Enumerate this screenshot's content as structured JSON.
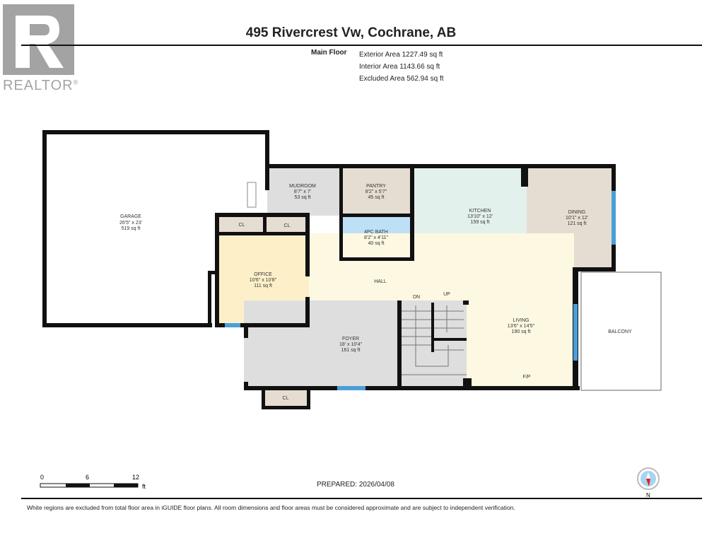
{
  "logo": {
    "text": "REALTOR",
    "mark": "®",
    "color": "#a3a3a3"
  },
  "header": {
    "title": "495 Rivercrest Vw, Cochrane, AB",
    "floor_name": "Main Floor",
    "areas": [
      "Exterior Area 1227.49 sq ft",
      "Interior Area 1143.66 sq ft",
      "Excluded Area 562.94 sq ft"
    ]
  },
  "rooms": {
    "garage": {
      "name": "GARAGE",
      "dims": "26'5\" x 23'",
      "area": "519 sq ft"
    },
    "mudroom": {
      "name": "MUDROOM",
      "dims": "8'7\" x 7'",
      "area": "53 sq ft"
    },
    "pantry": {
      "name": "PANTRY",
      "dims": "8'2\" x 5'7\"",
      "area": "45 sq ft"
    },
    "bath": {
      "name": "4PC BATH",
      "dims": "8'2\" x 4'11\"",
      "area": "40 sq ft"
    },
    "kitchen": {
      "name": "KITCHEN",
      "dims": "13'10\" x 12'",
      "area": "159 sq ft"
    },
    "dining": {
      "name": "DINING",
      "dims": "10'1\" x 12'",
      "area": "121 sq ft"
    },
    "office": {
      "name": "OFFICE",
      "dims": "10'6\" x 10'8\"",
      "area": "111 sq ft"
    },
    "hall": {
      "name": "HALL"
    },
    "living": {
      "name": "LIVING",
      "dims": "13'6\" x 14'5\"",
      "area": "190 sq ft",
      "note": "F/P"
    },
    "foyer": {
      "name": "FOYER",
      "dims": "18' x 10'4\"",
      "area": "161 sq ft"
    },
    "balcony": {
      "name": "BALCONY"
    },
    "closet": "CL",
    "stairs_down": "DN",
    "stairs_up": "UP"
  },
  "colors": {
    "wall": "#111111",
    "window": "#4a9fd8",
    "mudroom": "#dedede",
    "pantry": "#e6ddd2",
    "bath": "#bde0f6",
    "kitchen": "#e3f1ec",
    "dining": "#e6ddd2",
    "office": "#fdf0c8",
    "hall": "#fdf8e1",
    "foyer": "#dedede"
  },
  "scale": {
    "ticks": [
      "0",
      "6",
      "12"
    ],
    "unit": "ft"
  },
  "prepared": "PREPARED: 2026/04/08",
  "compass": {
    "label": "N",
    "icon": "compass-icon"
  },
  "disclaimer": "White regions are excluded from total floor area in iGUIDE floor plans. All room dimensions and floor areas must be considered approximate and are subject to independent verification."
}
